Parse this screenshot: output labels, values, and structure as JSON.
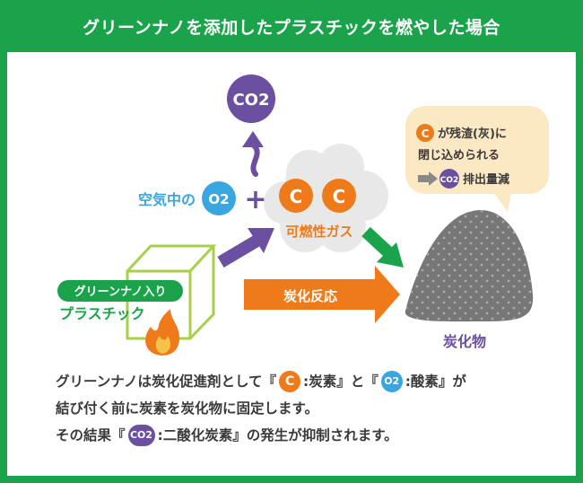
{
  "header": {
    "title": "グリーンナノを添加したプラスチックを燃やした場合"
  },
  "diagram": {
    "co2_label": "CO2",
    "air_label": "空気中の",
    "o2_label": "O2",
    "plus_sign": "+",
    "carbon_label": "C",
    "flammable_gas_label": "可燃性ガス",
    "plastic_tag": "グリーンナノ入り",
    "plastic_label": "プラスチック",
    "carbonization_label": "炭化反応",
    "char_label": "炭化物",
    "bubble": {
      "c_label": "C",
      "line1_text": "が残渣(灰)に",
      "line2_text": "閉じ込められる",
      "co2_label": "CO2",
      "line3_text": "排出量減"
    }
  },
  "caption": {
    "l1_a": "グリーンナノは炭化促進剤として『",
    "l1_c": "C",
    "l1_b": ":炭素』と『",
    "l1_o2": "O2",
    "l1_d": ":酸素』が",
    "l2": "結び付く前に炭素を炭化物に固定します。",
    "l3_a": "その結果『",
    "l3_co2": "CO2",
    "l3_b": ":二酸化炭素』の発生が抑制されます。"
  },
  "colors": {
    "green": "#1aa34a",
    "orange": "#ee7a1a",
    "purple": "#6b4fa0",
    "blue": "#3aa6df",
    "lime": "#a8cf4a",
    "char": "#777777"
  }
}
